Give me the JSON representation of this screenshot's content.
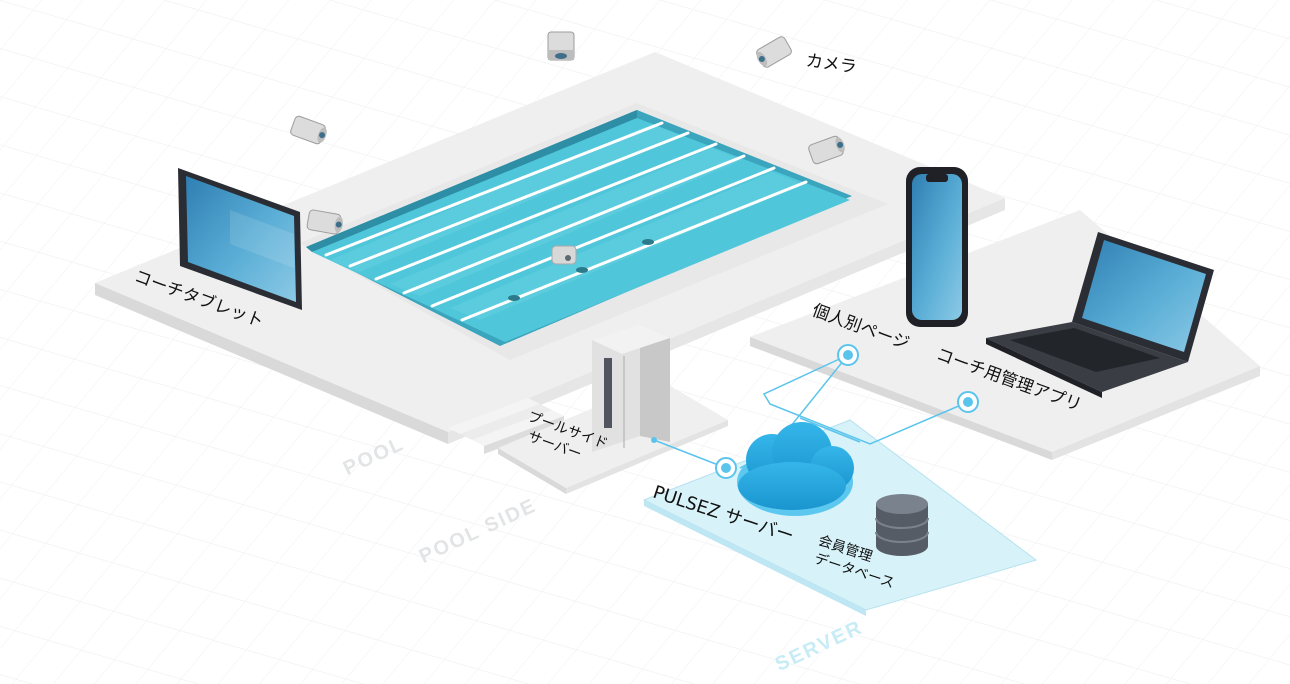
{
  "labels": {
    "camera": "カメラ",
    "coach_tablet": "コーチタブレット",
    "personal_page": "個人別ページ",
    "coach_admin_app": "コーチ用管理アプリ",
    "poolside_server_line1": "プールサイド",
    "poolside_server_line2": "サーバー",
    "pulsez_server": "PULSEZ サーバー",
    "member_db_line1": "会員管理",
    "member_db_line2": "データベース"
  },
  "zones": {
    "pool": "POOL",
    "pool_side": "POOL SIDE",
    "server": "SERVER"
  },
  "colors": {
    "water": "#4fc6d9",
    "water_dark": "#3aa5bd",
    "cloud": "#29abe2",
    "link": "#5bc4ec",
    "server_zone": "#d7f2f9",
    "zone_text": "#e2e4e6",
    "server_text": "#c8ecf6"
  }
}
